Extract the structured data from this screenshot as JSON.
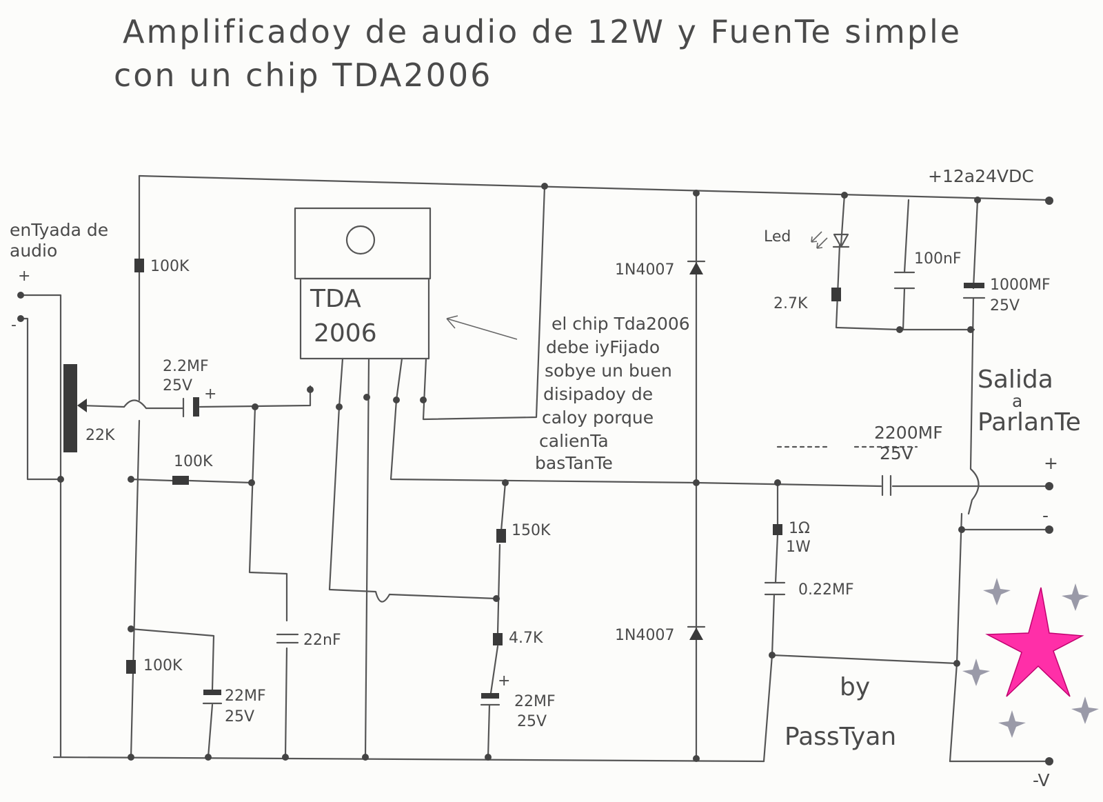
{
  "title": {
    "line1": "Amplificadoy de audio de 12W y FuenTe simple",
    "line2": "con un chip TDA2006"
  },
  "chip": {
    "name_line1": "TDA",
    "name_line2": "2006"
  },
  "note": {
    "line1": "el chip Tda2006",
    "line2": "debe iyFijado",
    "line3": "sobye un buen",
    "line4": "disipadoy de",
    "line5": "caloy porque",
    "line6": "calienTa",
    "line7": "basTanTe"
  },
  "input": {
    "line1": "enTyada de",
    "line2": "audio",
    "plus": "+",
    "minus": "-"
  },
  "components": {
    "pot": "22K",
    "r_top": "100K",
    "c_input_value": "2.2MF",
    "c_input_voltage": "25V",
    "c_input_polarity": "+",
    "r_feedback": "100K",
    "r_bottom": "100K",
    "c_bias_value": "22MF",
    "c_bias_voltage": "25V",
    "c_22nf": "22nF",
    "r_150k": "150K",
    "r_4k7": "4.7K",
    "c_fb_value": "22MF",
    "c_fb_voltage": "25V",
    "c_fb_polarity": "+",
    "diode_top": "1N4007",
    "diode_bottom": "1N4007",
    "led": "Led",
    "r_led": "2.7K",
    "c_100nf": "100nF",
    "c_supply_value": "1000MF",
    "c_supply_voltage": "25V",
    "r_zobel_value": "1Ω",
    "r_zobel_power": "1W",
    "c_zobel": "0.22MF",
    "c_out_value": "2200MF",
    "c_out_voltage": "25V"
  },
  "supply_pos": "+12a24VDC",
  "supply_neg": "-V",
  "output": {
    "line1": "Salida",
    "line2": "a",
    "line3": "ParlanTe",
    "plus": "+",
    "minus": "-"
  },
  "signature": {
    "line1": "by",
    "line2": "PassTyan"
  },
  "colors": {
    "ink": "#4a4a4a",
    "paper": "#fcfcfa",
    "star_pink": "#ff2fa8",
    "star_silver": "#9a9aa8"
  }
}
